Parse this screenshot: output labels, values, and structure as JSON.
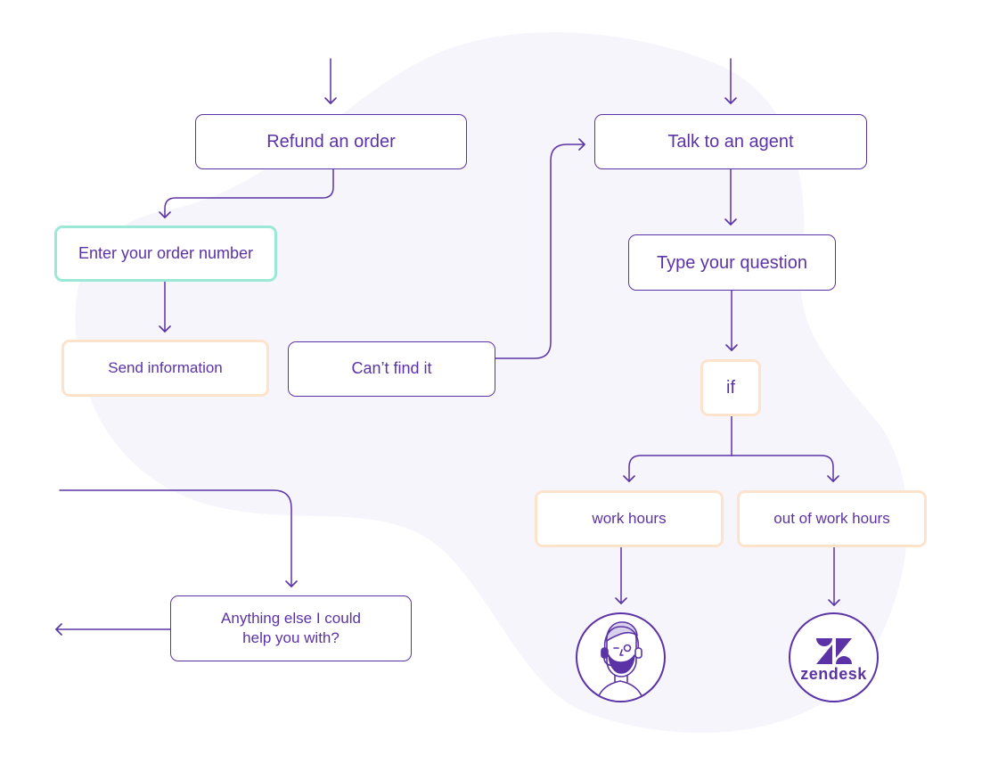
{
  "colors": {
    "accent": "#5b33a6",
    "green_border": "#9be8d6",
    "orange_border": "#fde3cb",
    "blob": "#f6f5fc"
  },
  "nodes": {
    "refund_order": "Refund an order",
    "enter_order_number": "Enter your order number",
    "send_information": "Send information",
    "cant_find_it": "Can’t find it",
    "talk_to_agent": "Talk to an agent",
    "type_question": "Type your question",
    "if_condition": "if",
    "work_hours": "work hours",
    "out_of_work_hours": "out of work hours",
    "anything_else": [
      "Anything else I could",
      "help you with?"
    ]
  },
  "outcomes": {
    "agent_icon": "bearded-support-agent-icon",
    "zendesk_icon": "zendesk-logo-icon",
    "zendesk_label": "zendesk"
  }
}
